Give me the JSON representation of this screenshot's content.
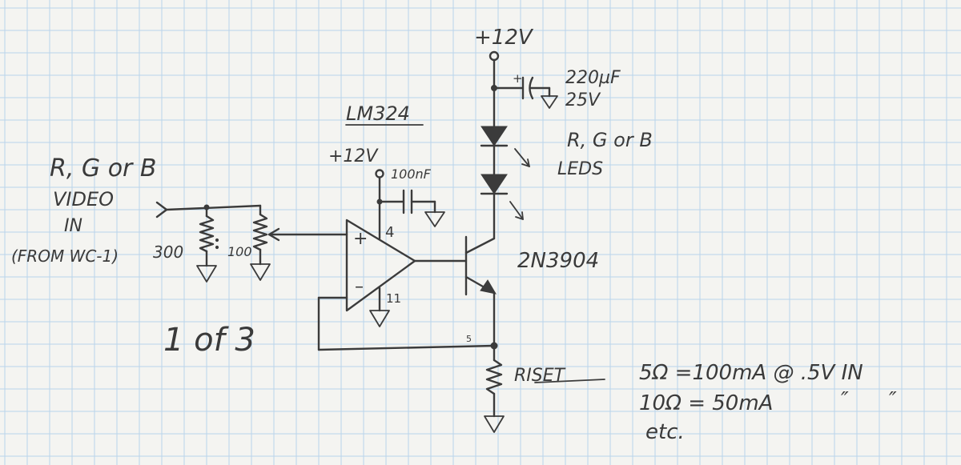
{
  "grid": {
    "color": "#b9d4ea",
    "paper": "#f4f4f1",
    "ink": "#3b3b3b"
  },
  "labels": {
    "supply_top": "+12V",
    "cap_big_value": "220µF",
    "cap_big_voltage": "25V",
    "cap_big_polarity": "+",
    "opamp_name": "LM324",
    "supply_opamp": "+12V",
    "cap_small_value": "100nF",
    "pin_4": "4",
    "pin_11": "11",
    "pin_5": "5",
    "opamp_plus": "+",
    "opamp_minus": "–",
    "led_color_line": "R, G or B",
    "led_word": "LEDS",
    "transistor": "2N3904",
    "input_color_line": "R, G or B",
    "input_video": "VIDEO",
    "input_in": "IN",
    "input_source": "(FROM WC-1)",
    "r_300": "300",
    "r_100": "100",
    "count": "1 of 3",
    "riset": "RISET",
    "note_line1": "5Ω =100mA @ .5V IN",
    "note_line2": "10Ω = 50mA",
    "note_ditto1": "″",
    "note_ditto2": "″",
    "note_line3": "etc."
  }
}
